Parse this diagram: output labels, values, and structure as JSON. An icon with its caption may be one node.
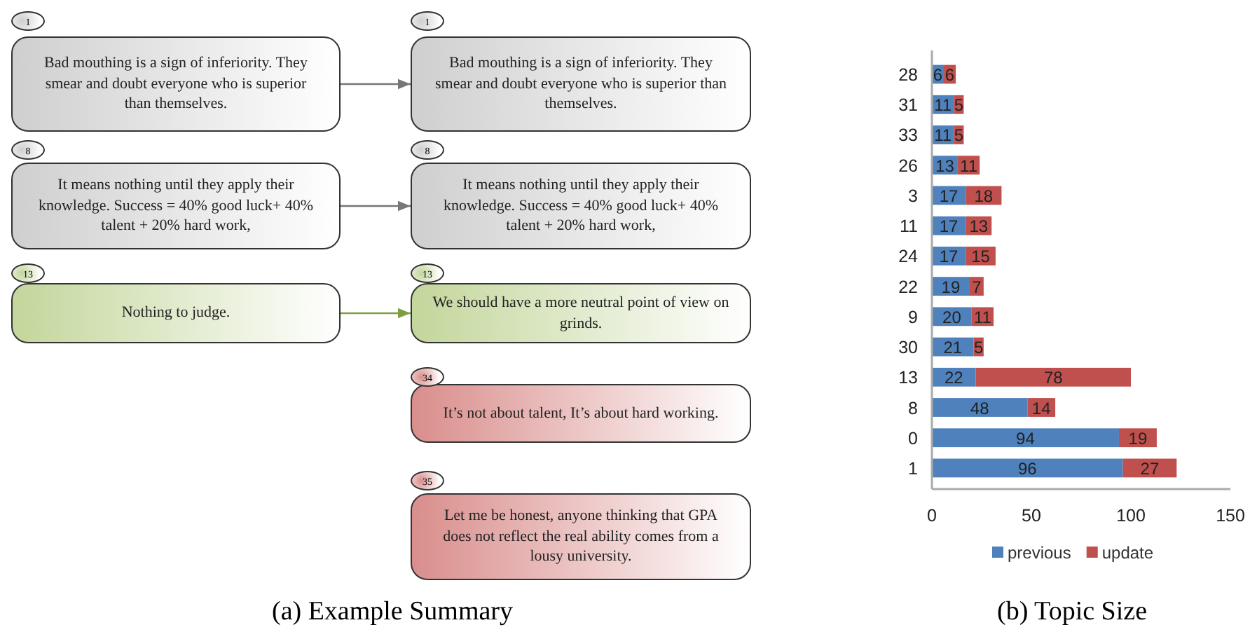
{
  "diagram": {
    "nodes": [
      {
        "text": [
          "1",
          "Bad mouthing is a sign of inferiority. They smear and doubt everyone who is superior than themselves."
        ]
      },
      {
        "text": [
          "1",
          "Bad mouthing is a sign of inferiority. They smear and doubt everyone who is superior than themselves."
        ]
      },
      {
        "text": [
          "8",
          "It means nothing until they apply their knowledge. Success = 40% good luck+ 40% talent + 20% hard work,"
        ]
      },
      {
        "text": [
          "8",
          "It means nothing until they apply their knowledge. Success = 40% good luck+ 40% talent + 20% hard work,"
        ]
      },
      {
        "text": [
          "13",
          "Nothing to judge."
        ]
      },
      {
        "text": [
          "13",
          "We should have a more neutral point of view on grinds."
        ]
      },
      {
        "text": [
          "34",
          "It’s not about talent, It’s about hard working."
        ]
      },
      {
        "text": [
          "35",
          "Let me be honest, anyone thinking that GPA does not reflect the real ability comes from a lousy university."
        ]
      }
    ],
    "edges": [
      {
        "from": 0,
        "to": 1,
        "arrow": "to"
      },
      {
        "from": 2,
        "to": 3,
        "arrow": "to"
      },
      {
        "from": 4,
        "to": 5,
        "arrow": "to",
        "color": "#7f9f3f"
      }
    ],
    "labels": [
      "(a) Example Summary",
      "(b) Topic Size"
    ],
    "chart_data": {
      "type": "bar",
      "orientation": "horizontal",
      "stacked": true,
      "data_labels": true,
      "categories": [
        "28",
        "31",
        "33",
        "26",
        "3",
        "11",
        "24",
        "22",
        "9",
        "30",
        "13",
        "8",
        "0",
        "1"
      ],
      "series": [
        {
          "name": "previous",
          "color": "#4f81bd",
          "values": [
            6,
            11,
            11,
            13,
            17,
            17,
            17,
            19,
            20,
            21,
            22,
            48,
            94,
            96
          ]
        },
        {
          "name": "update",
          "color": "#c0504d",
          "values": [
            6,
            5,
            5,
            11,
            18,
            13,
            15,
            7,
            11,
            5,
            78,
            14,
            19,
            27
          ]
        }
      ],
      "legend": "bottom",
      "xlim": [
        0,
        150
      ],
      "xticks": [
        0,
        50,
        100,
        150
      ]
    }
  }
}
